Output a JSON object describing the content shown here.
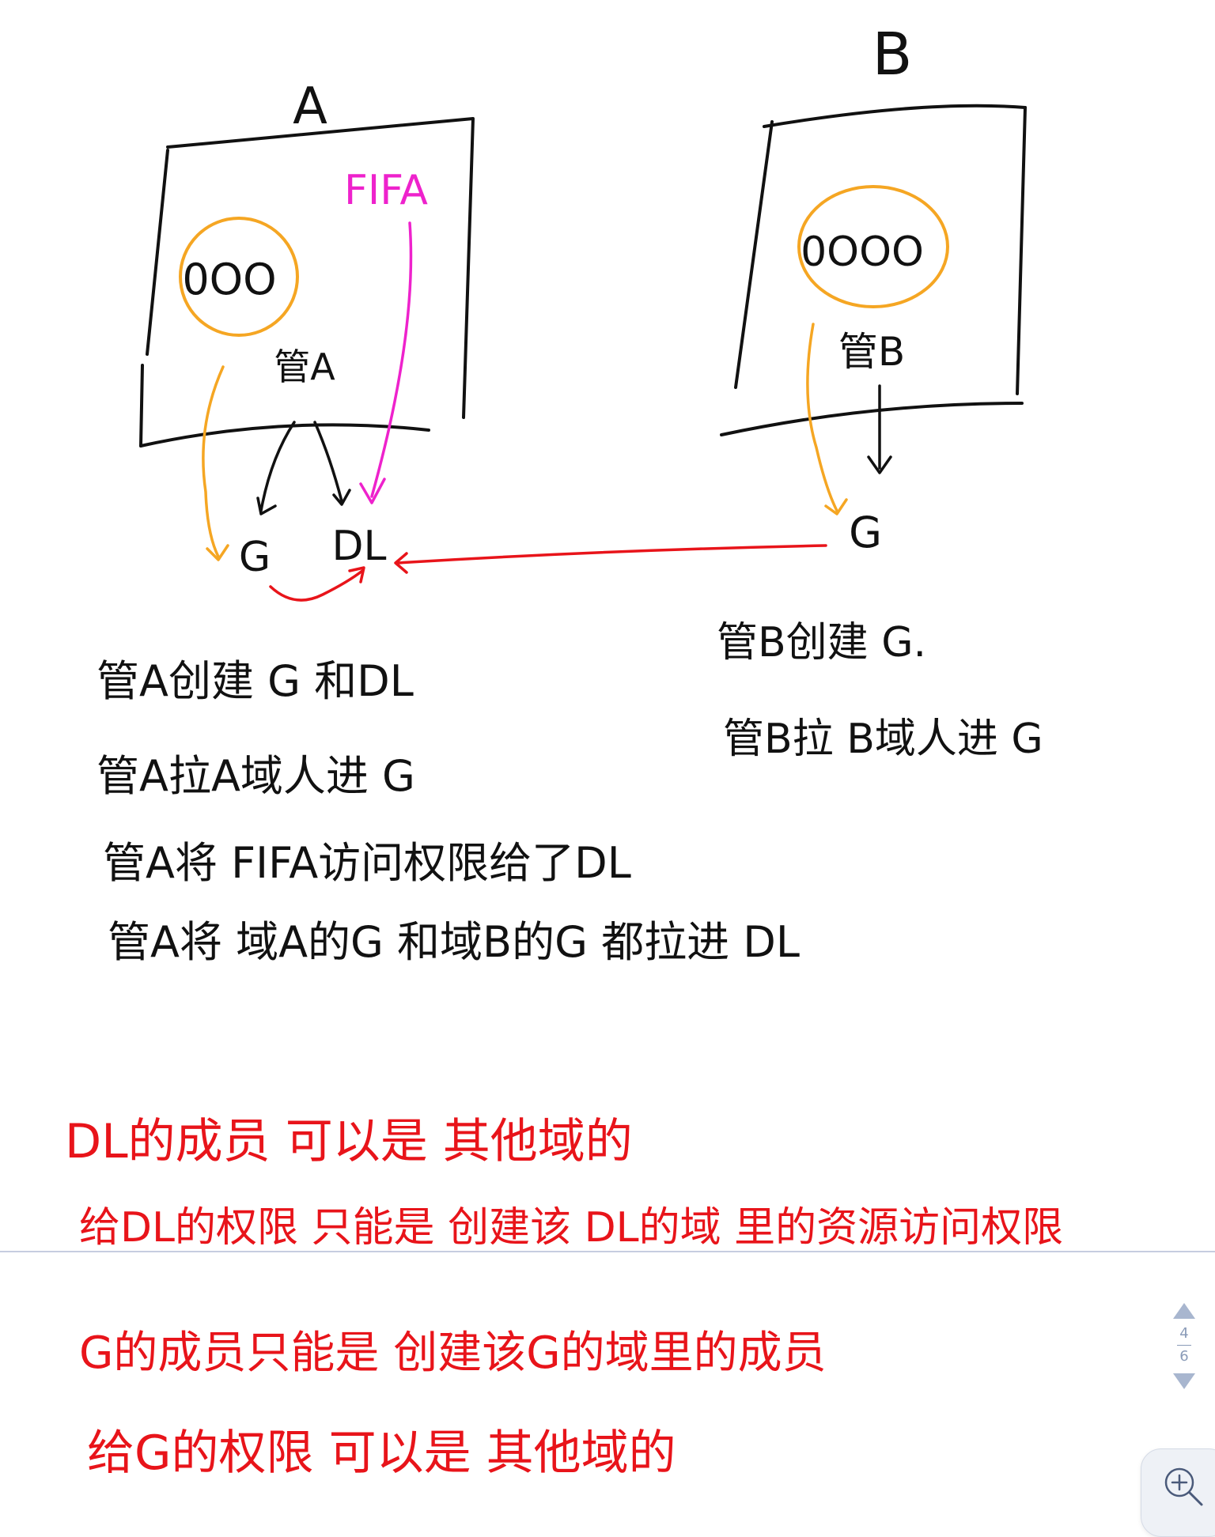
{
  "diagram": {
    "box_a_label": "A",
    "box_b_label": "B",
    "fifa_label": "FIFA",
    "users_a": "0OO",
    "users_b": "0OOO",
    "admin_a": "管A",
    "admin_b": "管B",
    "group_a": "G",
    "domain_local": "DL",
    "group_b": "G"
  },
  "notes_a": [
    "管A创建 G 和DL",
    "管A拉A域人进 G",
    "管A将 FIFA访问权限给了DL",
    "管A将 域A的G 和域B的G 都拉进 DL"
  ],
  "notes_b": [
    "管B创建 G.",
    "管B拉 B域人进 G"
  ],
  "notes_red": [
    "DL的成员 可以是 其他域的",
    "给DL的权限 只能是 创建该 DL的域 里的资源访问权限",
    "G的成员只能是 创建该G的域里的成员",
    "给G的权限 可以是 其他域的"
  ],
  "pager": {
    "current": "4",
    "total": "6"
  },
  "colors": {
    "ink": "#111111",
    "orange": "#f5a623",
    "magenta": "#ee22cc",
    "red": "#e8141a",
    "divider": "#c6cde0"
  },
  "icons": {
    "zoom": "zoom-in-icon",
    "prev": "page-up-icon",
    "next": "page-down-icon"
  }
}
